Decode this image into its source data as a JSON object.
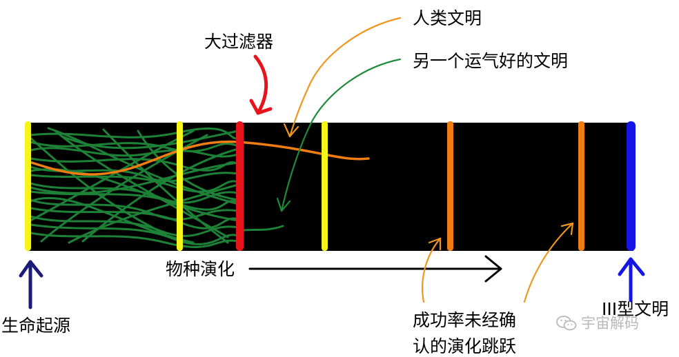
{
  "labels": {
    "human_civ": "人类文明",
    "lucky_civ": "另一个运气好的文明",
    "great_filter": "大过滤器",
    "evolution": "物种演化",
    "life_origin": "生命起源",
    "unconfirmed_line1": "成功率未经确",
    "unconfirmed_line2": "认的演化跳跃",
    "type3_civ": "III型文明"
  },
  "watermark": {
    "text": "宇宙解码",
    "icon": "wechat-icon"
  },
  "colors": {
    "band": "#000000",
    "yellow_marker": "#f5f51a",
    "red_marker": "#e8141c",
    "orange_marker": "#f07d12",
    "blue_marker": "#1414e6",
    "green_strands": "#1f8a3a",
    "orange_pointer": "#f0961e",
    "green_pointer": "#1f8a3a",
    "red_pointer": "#e8141c",
    "navy_pointer": "#1c1c78",
    "blue_pointer": "#1414e6",
    "watermark": "#b8b8b8"
  }
}
